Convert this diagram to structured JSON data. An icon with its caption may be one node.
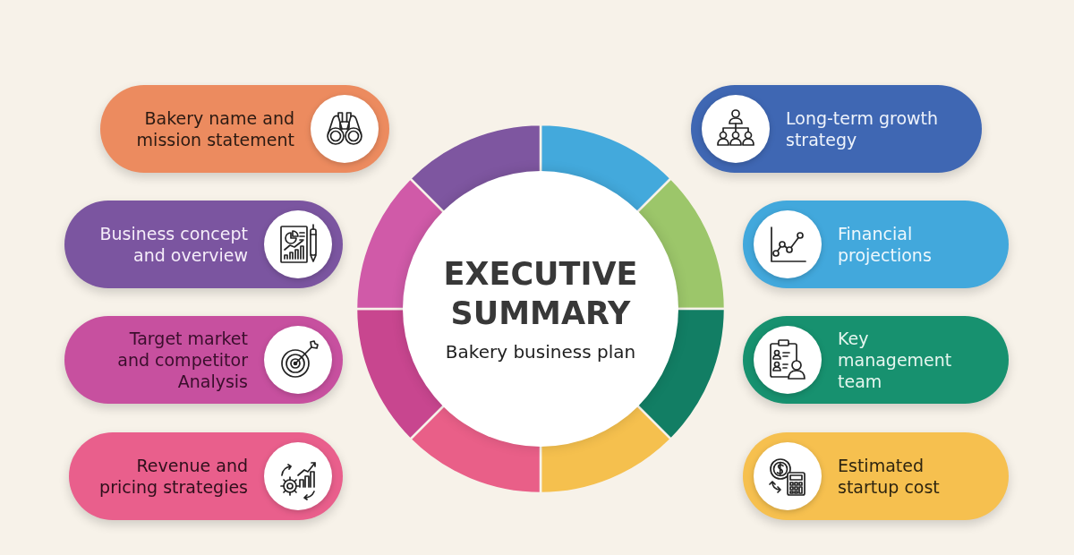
{
  "diagram": {
    "nodes": [
      {
        "text": [
          "EXECUTIVE SUMMARY",
          "Bakery business plan"
        ]
      },
      {
        "text": [
          "Bakery name and mission statement"
        ]
      },
      {
        "text": [
          "Business concept and overview"
        ]
      },
      {
        "text": [
          "Target market and competitor Analysis"
        ]
      },
      {
        "text": [
          "Revenue and pricing strategies"
        ]
      },
      {
        "text": [
          "Long-term growth strategy"
        ]
      },
      {
        "text": [
          "Financial projections"
        ]
      },
      {
        "text": [
          "Key management team"
        ]
      },
      {
        "text": [
          "Estimated startup cost"
        ]
      }
    ]
  }
}
